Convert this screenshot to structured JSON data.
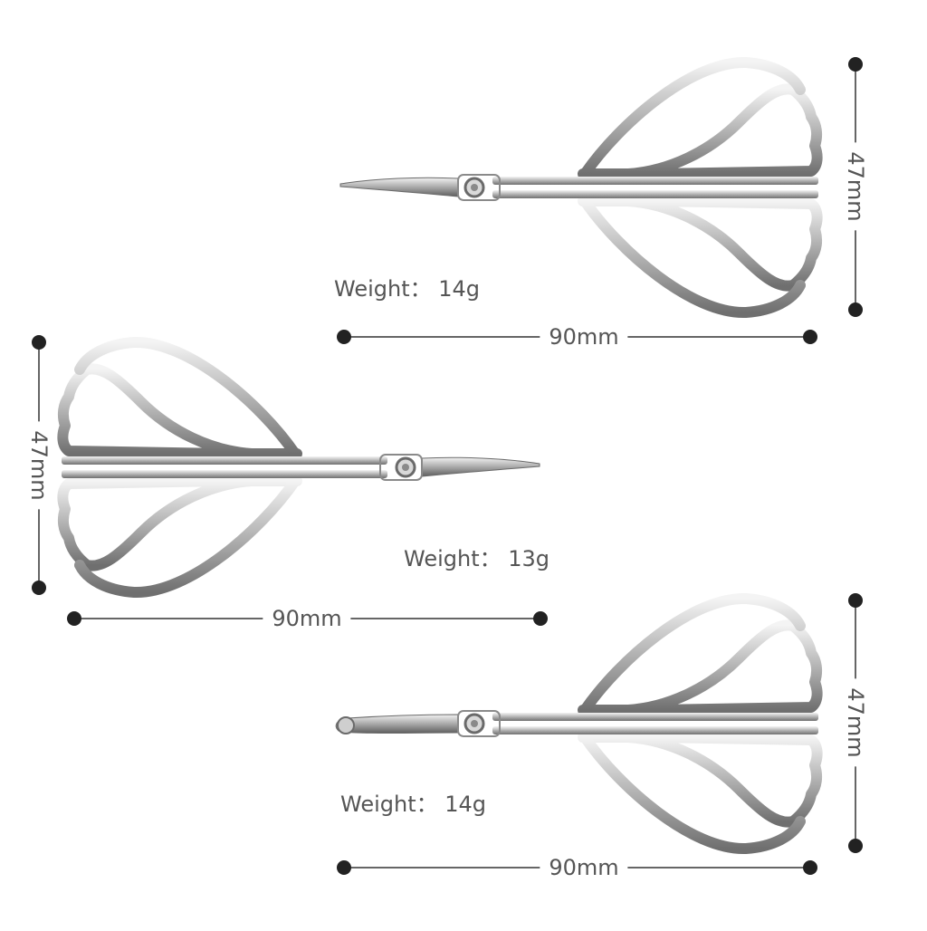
{
  "products": [
    {
      "variant": "pointed tip",
      "weight_label": "Weight： 14g",
      "width_label": "90mm",
      "height_label": "47mm"
    },
    {
      "variant": "pointed tip",
      "weight_label": "Weight： 13g",
      "width_label": "90mm",
      "height_label": "47mm"
    },
    {
      "variant": "rounded tip",
      "weight_label": "Weight： 14g",
      "width_label": "90mm",
      "height_label": "47mm"
    }
  ],
  "colors": {
    "line": "#333333",
    "dot": "#222222",
    "metal_dark": "#7d7d7d",
    "metal_light": "#e8e8e8",
    "text": "#555555"
  },
  "icons": [
    "scissors-image"
  ]
}
